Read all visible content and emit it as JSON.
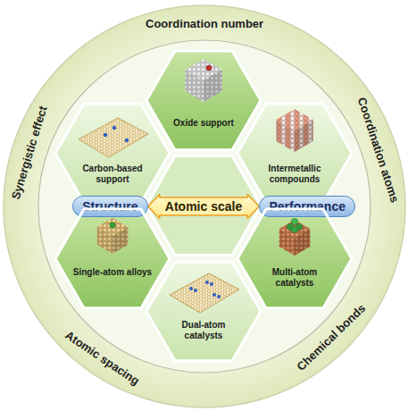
{
  "diagram": {
    "nodes": [
      {
        "text": [
          "Oxide support"
        ]
      },
      {
        "text": [
          "Carbon-based support"
        ]
      },
      {
        "text": [
          "Intermetallic compounds"
        ]
      },
      {
        "text": [
          "Structure"
        ]
      },
      {
        "text": [
          "Performance"
        ]
      },
      {
        "text": [
          "Single-atom alloys"
        ]
      },
      {
        "text": [
          "Multi-atom catalysts"
        ]
      },
      {
        "text": [
          "Dual-atom catalysts"
        ]
      }
    ],
    "edges": [
      {
        "from": 3,
        "to": 4,
        "label": "Atomic scale",
        "arrow": "both"
      }
    ],
    "labels": [
      "Coordination number",
      "Coordination atoms",
      "Chemical bonds",
      "Atomic spacing",
      "Synergistic effect"
    ]
  }
}
